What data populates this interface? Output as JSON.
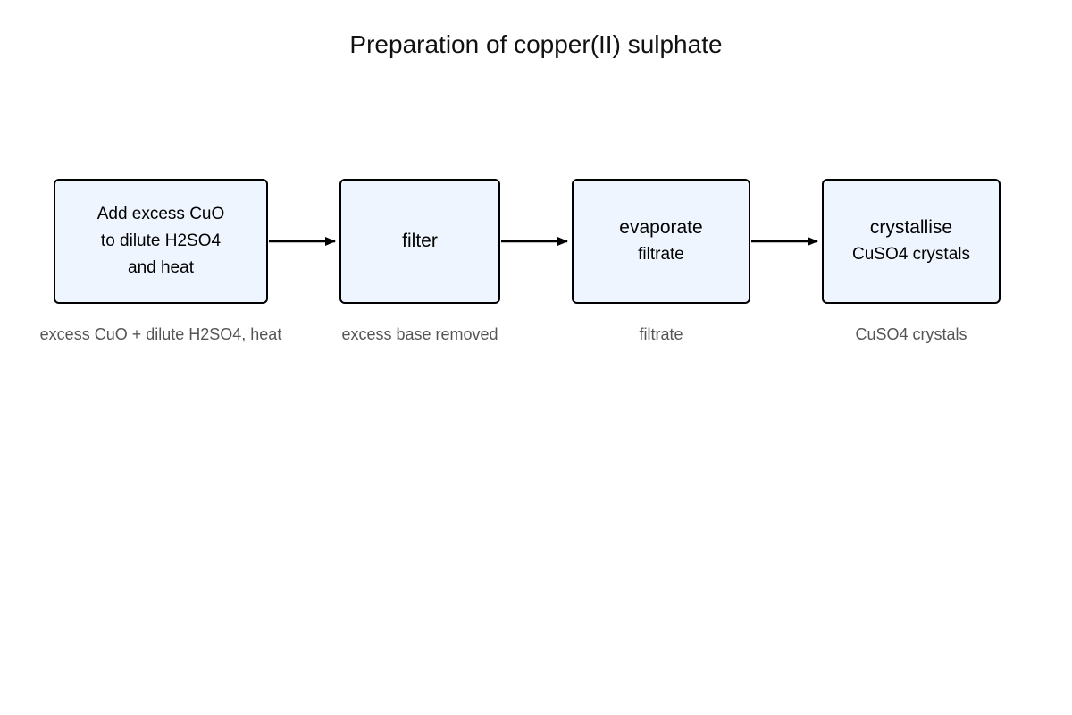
{
  "title": "Preparation of copper(II) sulphate",
  "steps": [
    {
      "lines": [
        "Add excess CuO",
        "to dilute H2SO4",
        "and heat"
      ],
      "caption": "excess CuO + dilute H2SO4, heat"
    },
    {
      "lines": [
        "filter"
      ],
      "caption": "excess base removed"
    },
    {
      "lines": [
        "evaporate",
        "filtrate"
      ],
      "caption": "filtrate"
    },
    {
      "lines": [
        "crystallise",
        "CuSO4 crystals"
      ],
      "caption": "CuSO4 crystals"
    }
  ],
  "colors": {
    "box_fill": "#eef5fe",
    "box_stroke": "#000000",
    "arrow": "#000000",
    "caption": "#555555"
  }
}
